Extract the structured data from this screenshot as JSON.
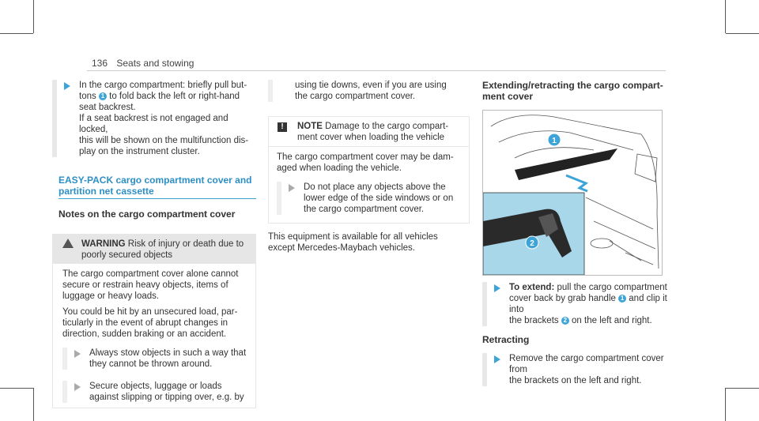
{
  "header": {
    "page_number": "136",
    "section": "Seats and stowing"
  },
  "col1": {
    "step1": [
      "In the cargo compartment: briefly pull but-",
      "tons ",
      " to fold back the left or right-hand",
      "seat backrest.",
      "If a seat backrest is not engaged and locked,",
      "this will be shown on the multifunction dis-",
      "play on the instrument cluster."
    ],
    "heading": [
      "EASY-PACK cargo compartment cover and",
      "partition net cassette"
    ],
    "subheading": "Notes on the cargo compartment cover",
    "warning_label": "WARNING",
    "warning_head": [
      "Risk of injury or death due to",
      "poorly secured objects"
    ],
    "warning_body1": [
      "The cargo compartment cover alone cannot",
      "secure or restrain heavy objects, items of",
      "luggage or heavy loads."
    ],
    "warning_body2": [
      "You could be hit by an unsecured load, par-",
      "ticularly in the event of abrupt changes in",
      "direction, sudden braking or an accident."
    ],
    "step_a": [
      "Always stow objects in such a way that",
      "they cannot be thrown around."
    ],
    "step_b": [
      "Secure objects, luggage or loads",
      "against slipping or tipping over, e.g. by"
    ]
  },
  "col2": {
    "cont": [
      "using tie downs, even if you are using",
      "the cargo compartment cover."
    ],
    "note_label": "NOTE",
    "note_head": [
      "Damage to the cargo compart-",
      "ment cover when loading the vehicle"
    ],
    "note_body": [
      "The cargo compartment cover may be dam-",
      "aged when loading the vehicle."
    ],
    "note_step": [
      "Do not place any objects above the",
      "lower edge of the side windows or on",
      "the cargo compartment cover."
    ],
    "para": [
      "This equipment is available for all vehicles",
      "except Mercedes-Maybach vehicles."
    ]
  },
  "col3": {
    "heading": [
      "Extending/retracting the cargo compart-",
      "ment cover"
    ],
    "extend_label": "To extend:",
    "extend": [
      " pull the cargo compartment",
      "cover back by grab handle ",
      " and clip it into",
      "the brackets ",
      " on the left and right."
    ],
    "retract_heading": "Retracting",
    "retract": [
      "Remove the cargo compartment cover from",
      "the brackets on the left and right."
    ],
    "badge1": "1",
    "badge2": "2"
  },
  "colors": {
    "accent": "#3da4d8",
    "callout_bg": "#a9d7ea"
  }
}
